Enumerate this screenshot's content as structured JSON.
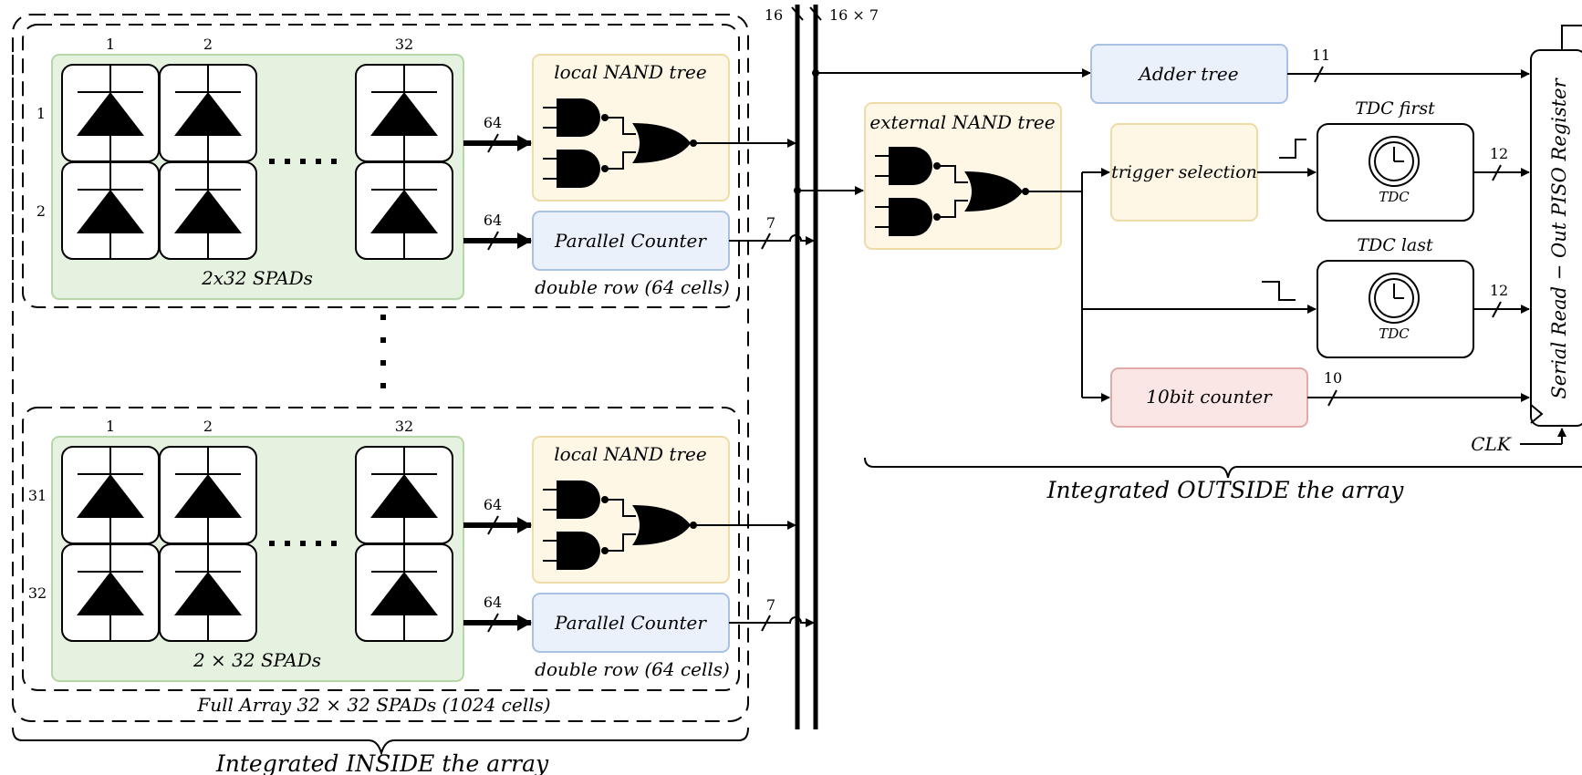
{
  "bus": {
    "label_left": "16",
    "label_right": "16 × 7"
  },
  "block_top": {
    "col_labels": [
      "1",
      "2",
      "32"
    ],
    "row_labels": [
      "1",
      "2"
    ],
    "spads_label": "2x32 SPADs",
    "nand_label": "local NAND tree",
    "counter_label": "Parallel Counter",
    "double_row_label": "double row (64 cells)",
    "bus_width_nand": "64",
    "bus_width_counter": "64",
    "counter_out_width": "7"
  },
  "block_bottom": {
    "col_labels": [
      "1",
      "2",
      "32"
    ],
    "row_labels": [
      "31",
      "32"
    ],
    "spads_label": "2 × 32 SPADs",
    "nand_label": "local NAND tree",
    "counter_label": "Parallel Counter",
    "double_row_label": "double row (64 cells)",
    "bus_width_nand": "64",
    "bus_width_counter": "64",
    "counter_out_width": "7"
  },
  "full_array_label": "Full Array 32 × 32 SPADs (1024 cells)",
  "inside_label": "Integrated INSIDE the array",
  "outside": {
    "adder_label": "Adder tree",
    "adder_width": "11",
    "ext_nand_label": "external NAND tree",
    "trigger_label": "trigger selection",
    "tdc_first_title": "TDC first",
    "tdc_last_title": "TDC last",
    "tdc_icon_label": "TDC",
    "tdc_width": "12",
    "counter10_label": "10bit counter",
    "counter10_width": "10",
    "piso_label": "Serial Read − Out PISO Register",
    "clk_label": "CLK",
    "outside_label": "Integrated OUTSIDE the array"
  }
}
